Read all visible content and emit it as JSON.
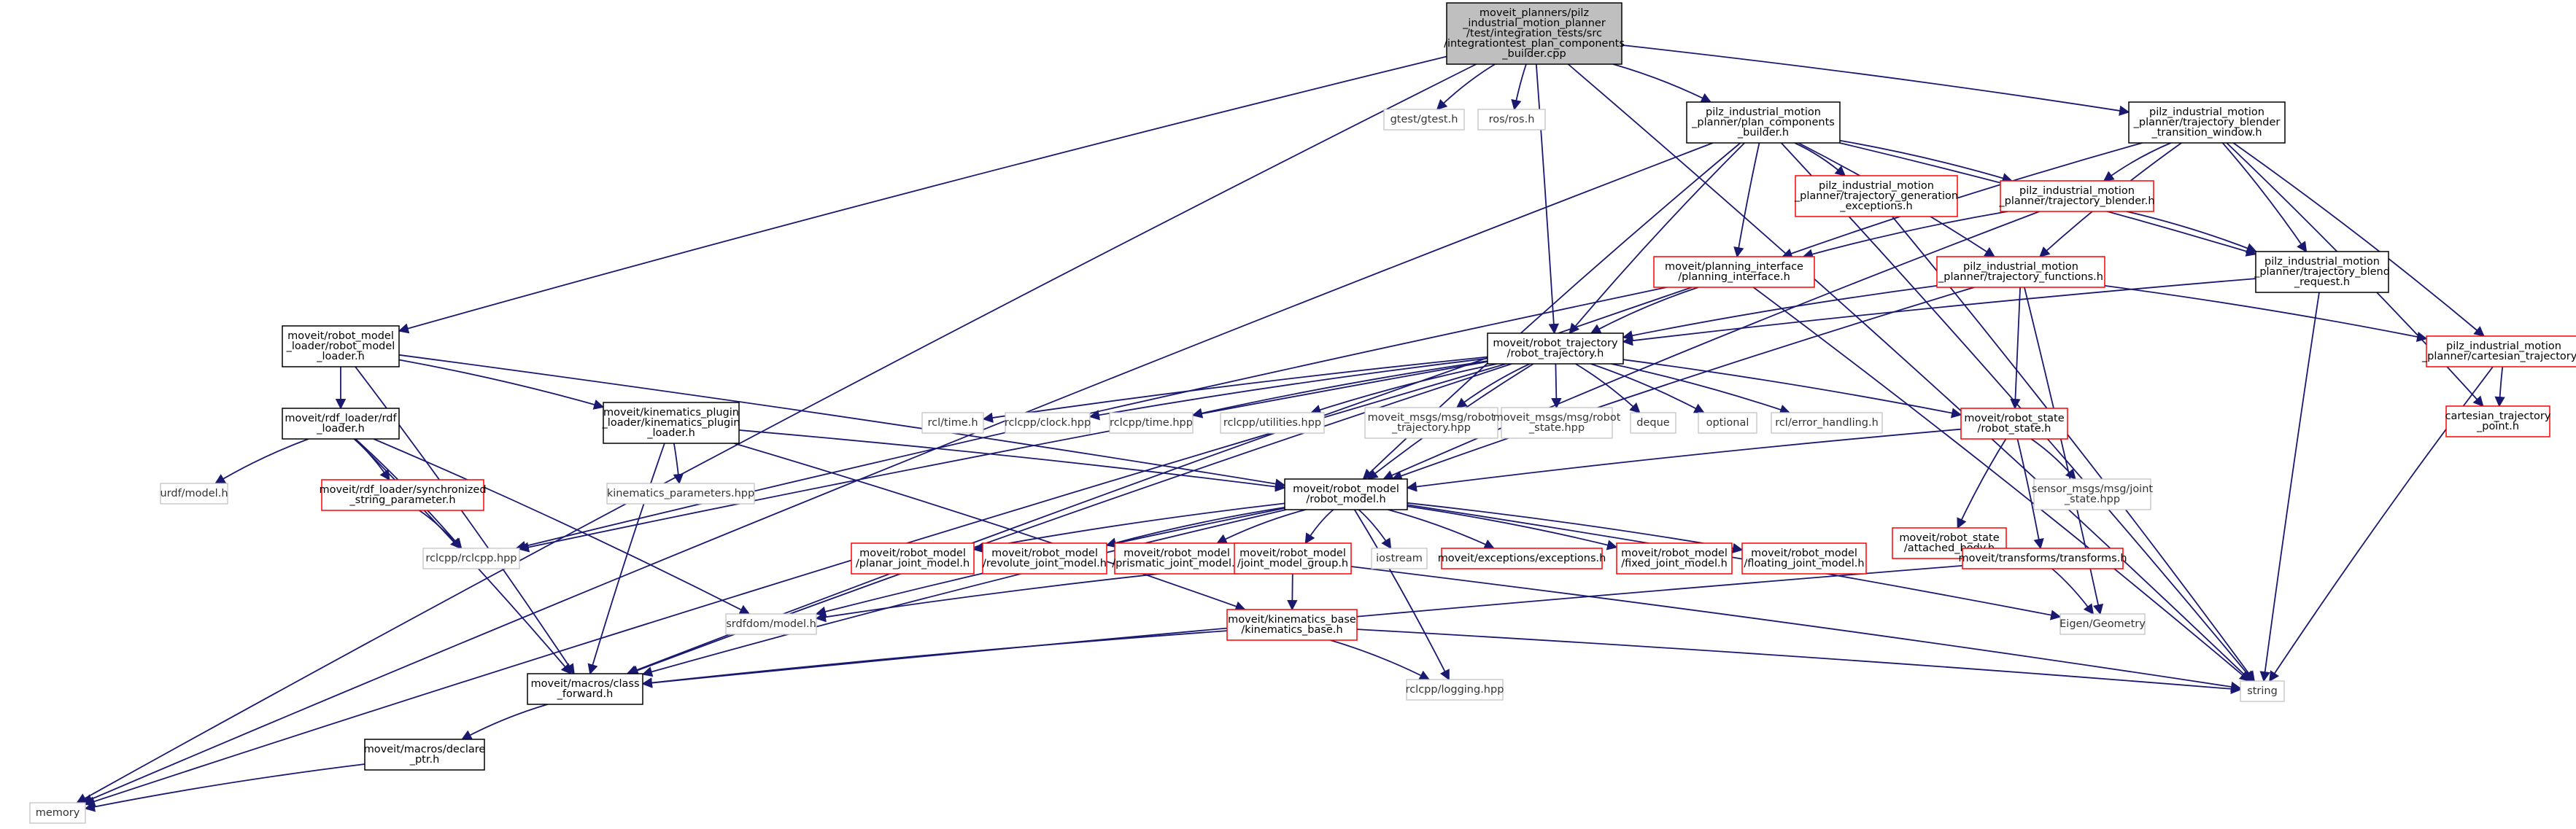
{
  "colors": {
    "edge": "#191970",
    "root_fill": "#bfbfbf",
    "box_fill": "#ffffff",
    "border_documented": "#000000",
    "border_red": "#ff0000",
    "border_external": "#bfbfbf"
  },
  "nodes": {
    "root": {
      "lines": [
        "moveit_planners/pilz",
        "_industrial_motion_planner",
        "/test/integration_tests/src",
        "/integrationtest_plan_components",
        "_builder.cpp"
      ],
      "style": "root"
    },
    "gtest": {
      "lines": [
        "gtest/gtest.h"
      ],
      "style": "external"
    },
    "rosros": {
      "lines": [
        "ros/ros.h"
      ],
      "style": "external"
    },
    "pcb": {
      "lines": [
        "pilz_industrial_motion",
        "_planner/plan_components",
        "_builder.h"
      ],
      "style": "documented"
    },
    "tbtw": {
      "lines": [
        "pilz_industrial_motion",
        "_planner/trajectory_blender",
        "_transition_window.h"
      ],
      "style": "documented"
    },
    "tge": {
      "lines": [
        "pilz_industrial_motion",
        "_planner/trajectory_generation",
        "_exceptions.h"
      ],
      "style": "red"
    },
    "tb": {
      "lines": [
        "pilz_industrial_motion",
        "_planner/trajectory_blender.h"
      ],
      "style": "red"
    },
    "pi": {
      "lines": [
        "moveit/planning_interface",
        "/planning_interface.h"
      ],
      "style": "red"
    },
    "tf": {
      "lines": [
        "pilz_industrial_motion",
        "_planner/trajectory_functions.h"
      ],
      "style": "red"
    },
    "tbr": {
      "lines": [
        "pilz_industrial_motion",
        "_planner/trajectory_blend",
        "_request.h"
      ],
      "style": "documented"
    },
    "ct": {
      "lines": [
        "pilz_industrial_motion",
        "_planner/cartesian_trajectory.h"
      ],
      "style": "red"
    },
    "ctp": {
      "lines": [
        "cartesian_trajectory",
        "_point.h"
      ],
      "style": "red"
    },
    "rml": {
      "lines": [
        "moveit/robot_model",
        "_loader/robot_model",
        "_loader.h"
      ],
      "style": "documented"
    },
    "rt": {
      "lines": [
        "moveit/robot_trajectory",
        "/robot_trajectory.h"
      ],
      "style": "documented"
    },
    "rdf": {
      "lines": [
        "moveit/rdf_loader/rdf",
        "_loader.h"
      ],
      "style": "documented"
    },
    "kpl": {
      "lines": [
        "moveit/kinematics_plugin",
        "_loader/kinematics_plugin",
        "_loader.h"
      ],
      "style": "documented"
    },
    "urdf": {
      "lines": [
        "urdf/model.h"
      ],
      "style": "external"
    },
    "ssp": {
      "lines": [
        "moveit/rdf_loader/synchronized",
        "_string_parameter.h"
      ],
      "style": "red"
    },
    "kp": {
      "lines": [
        "kinematics_parameters.hpp"
      ],
      "style": "external"
    },
    "rclcpp": {
      "lines": [
        "rclcpp/rclcpp.hpp"
      ],
      "style": "external"
    },
    "rcltime": {
      "lines": [
        "rcl/time.h"
      ],
      "style": "external"
    },
    "clock": {
      "lines": [
        "rclcpp/clock.hpp"
      ],
      "style": "external"
    },
    "timehpp": {
      "lines": [
        "rclcpp/time.hpp"
      ],
      "style": "external"
    },
    "util": {
      "lines": [
        "rclcpp/utilities.hpp"
      ],
      "style": "external"
    },
    "msgrt": {
      "lines": [
        "moveit_msgs/msg/robot",
        "_trajectory.hpp"
      ],
      "style": "external"
    },
    "msgrs": {
      "lines": [
        "moveit_msgs/msg/robot",
        "_state.hpp"
      ],
      "style": "external"
    },
    "deque": {
      "lines": [
        "deque"
      ],
      "style": "external"
    },
    "optional": {
      "lines": [
        "optional"
      ],
      "style": "external"
    },
    "errh": {
      "lines": [
        "rcl/error_handling.h"
      ],
      "style": "external"
    },
    "rs": {
      "lines": [
        "moveit/robot_state",
        "/robot_state.h"
      ],
      "style": "red"
    },
    "rm": {
      "lines": [
        "moveit/robot_model",
        "/robot_model.h"
      ],
      "style": "documented"
    },
    "ab": {
      "lines": [
        "moveit/robot_state",
        "/attached_body.h"
      ],
      "style": "red"
    },
    "sjs": {
      "lines": [
        "sensor_msgs/msg/joint",
        "_state.hpp"
      ],
      "style": "external"
    },
    "pjm": {
      "lines": [
        "moveit/robot_model",
        "/planar_joint_model.h"
      ],
      "style": "red"
    },
    "rjm": {
      "lines": [
        "moveit/robot_model",
        "/revolute_joint_model.h"
      ],
      "style": "red"
    },
    "prjm": {
      "lines": [
        "moveit/robot_model",
        "/prismatic_joint_model.h"
      ],
      "style": "red"
    },
    "jmg": {
      "lines": [
        "moveit/robot_model",
        "/joint_model_group.h"
      ],
      "style": "red"
    },
    "iostream": {
      "lines": [
        "iostream"
      ],
      "style": "external"
    },
    "exc": {
      "lines": [
        "moveit/exceptions/exceptions.h"
      ],
      "style": "red"
    },
    "fjm": {
      "lines": [
        "moveit/robot_model",
        "/fixed_joint_model.h"
      ],
      "style": "red"
    },
    "fljm": {
      "lines": [
        "moveit/robot_model",
        "/floating_joint_model.h"
      ],
      "style": "red"
    },
    "tt": {
      "lines": [
        "moveit/transforms/transforms.h"
      ],
      "style": "red"
    },
    "srdf": {
      "lines": [
        "srdfdom/model.h"
      ],
      "style": "external"
    },
    "kb": {
      "lines": [
        "moveit/kinematics_base",
        "/kinematics_base.h"
      ],
      "style": "red"
    },
    "eigen": {
      "lines": [
        "Eigen/Geometry"
      ],
      "style": "external"
    },
    "cf": {
      "lines": [
        "moveit/macros/class",
        "_forward.h"
      ],
      "style": "documented"
    },
    "log": {
      "lines": [
        "rclcpp/logging.hpp"
      ],
      "style": "external"
    },
    "string": {
      "lines": [
        "string"
      ],
      "style": "external"
    },
    "dp": {
      "lines": [
        "moveit/macros/declare",
        "_ptr.h"
      ],
      "style": "documented"
    },
    "memory": {
      "lines": [
        "memory"
      ],
      "style": "external"
    }
  },
  "edges": [
    [
      "root",
      "gtest"
    ],
    [
      "root",
      "rosros"
    ],
    [
      "root",
      "pcb"
    ],
    [
      "root",
      "tbtw"
    ],
    [
      "root",
      "rml"
    ],
    [
      "root",
      "rt"
    ],
    [
      "root",
      "memory"
    ],
    [
      "root",
      "string"
    ],
    [
      "pcb",
      "tge"
    ],
    [
      "pcb",
      "tb"
    ],
    [
      "pcb",
      "pi"
    ],
    [
      "pcb",
      "tf"
    ],
    [
      "pcb",
      "tbr"
    ],
    [
      "pcb",
      "rt"
    ],
    [
      "pcb",
      "rm"
    ],
    [
      "pcb",
      "memory"
    ],
    [
      "pcb",
      "string"
    ],
    [
      "tbtw",
      "tb"
    ],
    [
      "tbtw",
      "tbr"
    ],
    [
      "tbtw",
      "tf"
    ],
    [
      "tbtw",
      "ct"
    ],
    [
      "tbtw",
      "ctp"
    ],
    [
      "tbtw",
      "pi"
    ],
    [
      "tge",
      "string"
    ],
    [
      "tb",
      "pi"
    ],
    [
      "tb",
      "tbr"
    ],
    [
      "tb",
      "rm"
    ],
    [
      "pi",
      "rt"
    ],
    [
      "pi",
      "rclcpp"
    ],
    [
      "pi",
      "cf"
    ],
    [
      "pi",
      "string"
    ],
    [
      "tf",
      "rt"
    ],
    [
      "tf",
      "rs"
    ],
    [
      "tf",
      "rm"
    ],
    [
      "tf",
      "ct"
    ],
    [
      "tf",
      "eigen"
    ],
    [
      "tbr",
      "rt"
    ],
    [
      "tbr",
      "string"
    ],
    [
      "ct",
      "ctp"
    ],
    [
      "ct",
      "string"
    ],
    [
      "rml",
      "rdf"
    ],
    [
      "rml",
      "kpl"
    ],
    [
      "rml",
      "rm"
    ],
    [
      "rml",
      "cf"
    ],
    [
      "rt",
      "rclcpp"
    ],
    [
      "rt",
      "rcltime"
    ],
    [
      "rt",
      "clock"
    ],
    [
      "rt",
      "timehpp"
    ],
    [
      "rt",
      "util"
    ],
    [
      "rt",
      "msgrt"
    ],
    [
      "rt",
      "msgrs"
    ],
    [
      "rt",
      "deque"
    ],
    [
      "rt",
      "optional"
    ],
    [
      "rt",
      "errh"
    ],
    [
      "rt",
      "rs"
    ],
    [
      "rt",
      "rm"
    ],
    [
      "rt",
      "memory"
    ],
    [
      "rt",
      "cf"
    ],
    [
      "rdf",
      "urdf"
    ],
    [
      "rdf",
      "ssp"
    ],
    [
      "rdf",
      "rclcpp"
    ],
    [
      "rdf",
      "srdf"
    ],
    [
      "rdf",
      "cf"
    ],
    [
      "ssp",
      "rclcpp"
    ],
    [
      "kpl",
      "kp"
    ],
    [
      "kpl",
      "rm"
    ],
    [
      "kpl",
      "kb"
    ],
    [
      "kpl",
      "cf"
    ],
    [
      "rs",
      "rm"
    ],
    [
      "rs",
      "ab"
    ],
    [
      "rs",
      "sjs"
    ],
    [
      "rs",
      "tt"
    ],
    [
      "ab",
      "tt"
    ],
    [
      "rm",
      "pjm"
    ],
    [
      "rm",
      "rjm"
    ],
    [
      "rm",
      "prjm"
    ],
    [
      "rm",
      "jmg"
    ],
    [
      "rm",
      "iostream"
    ],
    [
      "rm",
      "exc"
    ],
    [
      "rm",
      "fjm"
    ],
    [
      "rm",
      "fljm"
    ],
    [
      "rm",
      "eigen"
    ],
    [
      "rm",
      "srdf"
    ],
    [
      "rm",
      "log"
    ],
    [
      "rm",
      "cf"
    ],
    [
      "jmg",
      "kb"
    ],
    [
      "jmg",
      "srdf"
    ],
    [
      "jmg",
      "string"
    ],
    [
      "tt",
      "eigen"
    ],
    [
      "tt",
      "cf"
    ],
    [
      "kb",
      "cf"
    ],
    [
      "kb",
      "log"
    ],
    [
      "kb",
      "string"
    ],
    [
      "cf",
      "dp"
    ],
    [
      "dp",
      "memory"
    ]
  ]
}
